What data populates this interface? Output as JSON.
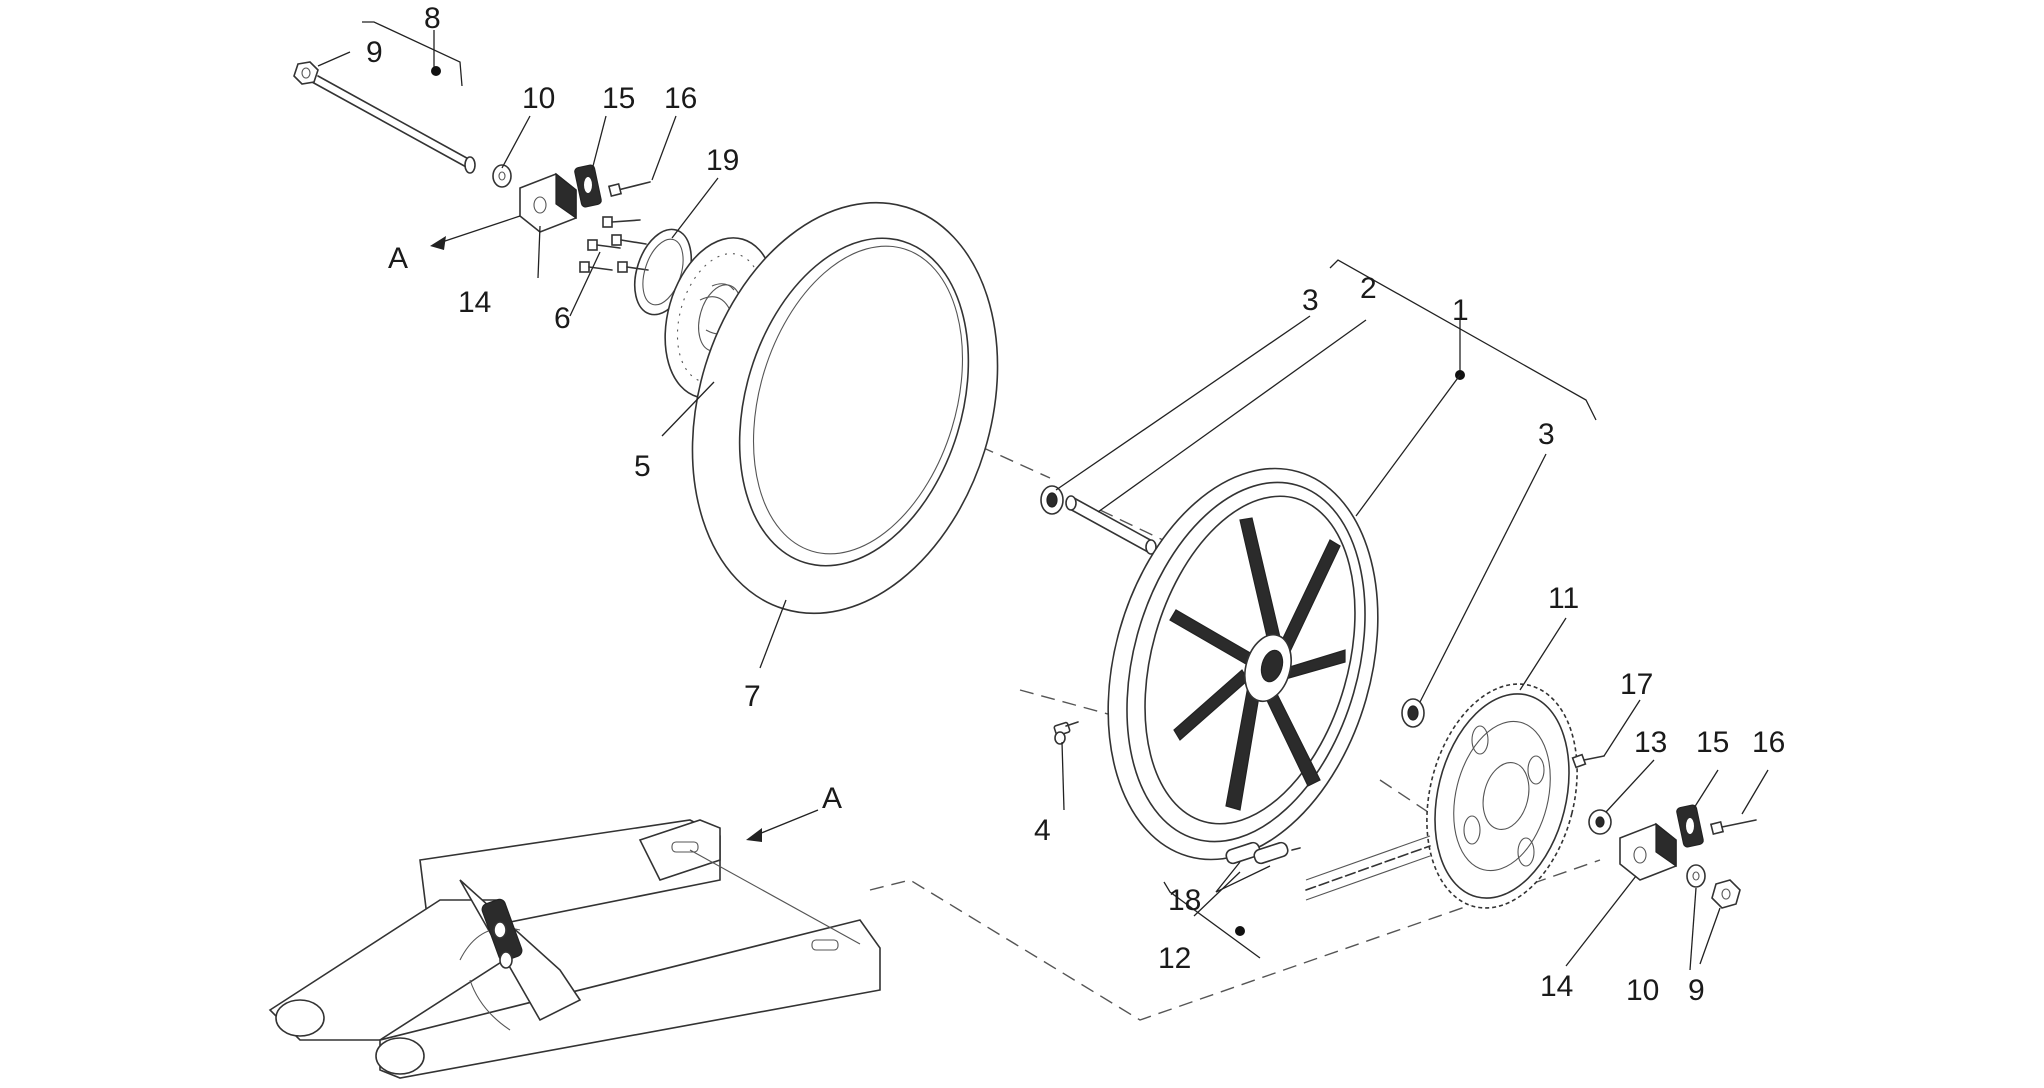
{
  "callouts": {
    "c1": "1",
    "c2": "2",
    "c3a": "3",
    "c3b": "3",
    "c4": "4",
    "c5": "5",
    "c6": "6",
    "c7": "7",
    "c8": "8",
    "c9a": "9",
    "c9b": "9",
    "c10a": "10",
    "c10b": "10",
    "c11": "11",
    "c12": "12",
    "c13": "13",
    "c14a": "14",
    "c14b": "14",
    "c15a": "15",
    "c15b": "15",
    "c16a": "16",
    "c16b": "16",
    "c17": "17",
    "c18": "18",
    "c19": "19",
    "arrow_a1": "A",
    "arrow_a2": "A"
  }
}
